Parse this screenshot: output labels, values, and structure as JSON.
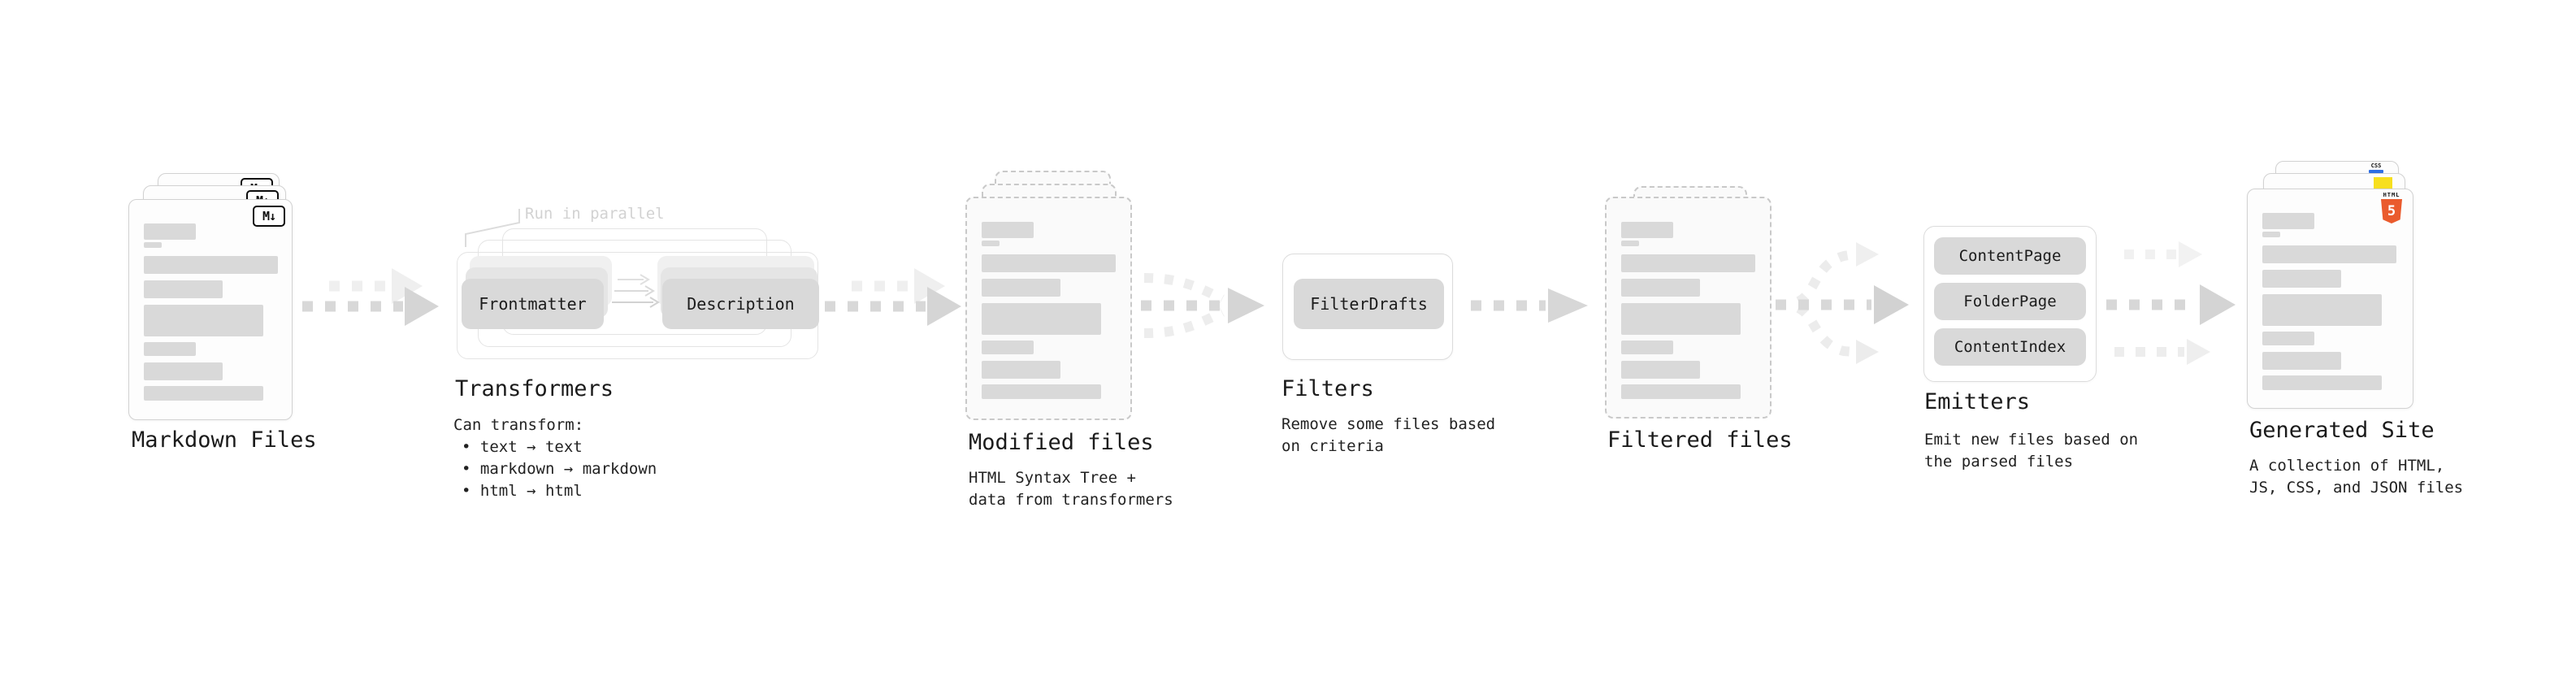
{
  "stages": {
    "markdown": {
      "label": "Markdown Files",
      "badge": "M↓"
    },
    "transformers": {
      "label": "Transformers",
      "note": "Run in parallel",
      "chip_left": "Frontmatter",
      "chip_right": "Description",
      "desc_heading": "Can transform:",
      "bullet1": "• text → text",
      "bullet2": "• markdown → markdown",
      "bullet3": "• html → html"
    },
    "modified": {
      "label": "Modified files",
      "desc1": "HTML Syntax Tree +",
      "desc2": "data from transformers"
    },
    "filters": {
      "label": "Filters",
      "chip": "FilterDrafts",
      "desc1": "Remove some files based",
      "desc2": "on criteria"
    },
    "filtered": {
      "label": "Filtered files"
    },
    "emitters": {
      "label": "Emitters",
      "chip1": "ContentPage",
      "chip2": "FolderPage",
      "chip3": "ContentIndex",
      "desc1": "Emit new files based on",
      "desc2": "the parsed files"
    },
    "generated": {
      "label": "Generated Site",
      "desc1": "A collection of HTML,",
      "desc2": "JS, CSS, and JSON files",
      "badge_html": "HTML",
      "badge_html_number": "5",
      "badge_css": "CSS"
    }
  },
  "colors": {
    "background": "#ffffff",
    "card_border": "#d2d2d2",
    "dashed_border": "#c9c9c9",
    "bar_gray": "#d9d9d9",
    "chip_gray": "#d9d9d9",
    "arrow_gray": "#d6d6d6",
    "arrow_light": "#ededed",
    "note_gray": "#d2d2d2",
    "html5_orange": "#ea5b2d",
    "js_yellow": "#f7df1e",
    "css_blue": "#2f6fe4",
    "text_dark": "#1b1b1b"
  }
}
